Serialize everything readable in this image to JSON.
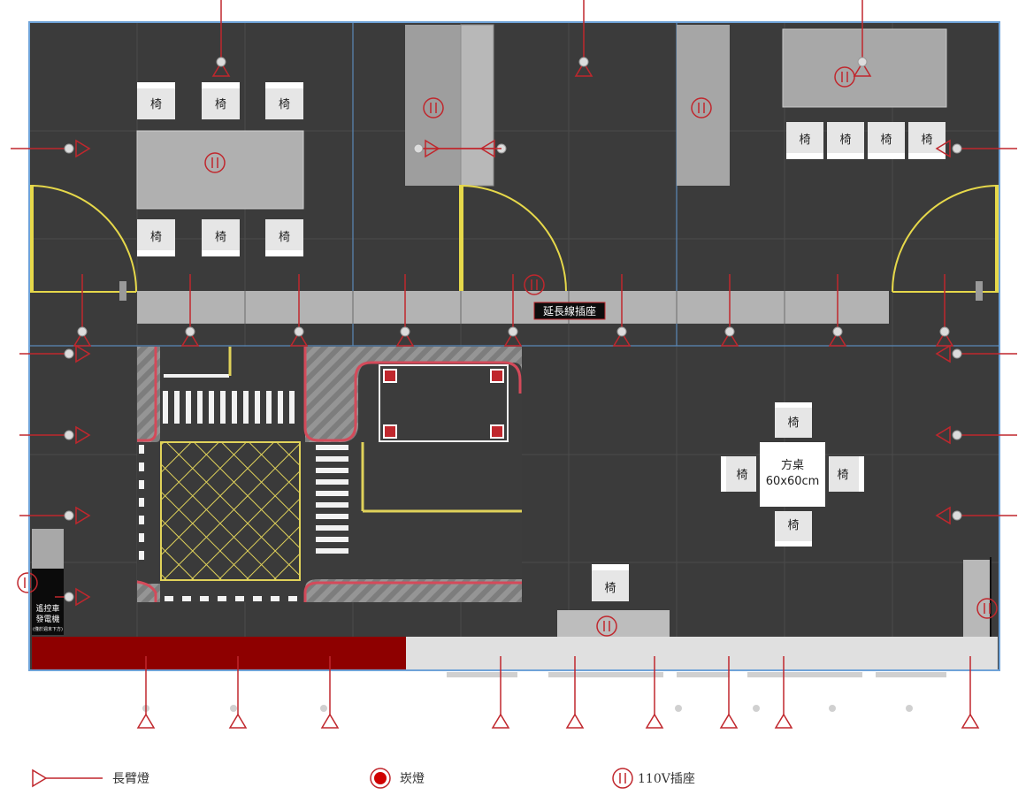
{
  "colors": {
    "floor": "#3b3b3b",
    "outline": "#6fa3d8",
    "accent": "#c0272d",
    "door": "#e6d84a",
    "counter": "#b3b3b3",
    "stage_red": "#8e0000"
  },
  "labels": {
    "chair": "椅",
    "extension_socket": "延長線插座",
    "square_table_line1": "方桌",
    "square_table_line2": "60x60cm",
    "generator_line1": "遙控車",
    "generator_line2": "發電機",
    "generator_line3": "(僅於週末下方)"
  },
  "legend": {
    "arm_light": "長臂燈",
    "spot_light": "崁燈",
    "socket": "110V插座"
  }
}
